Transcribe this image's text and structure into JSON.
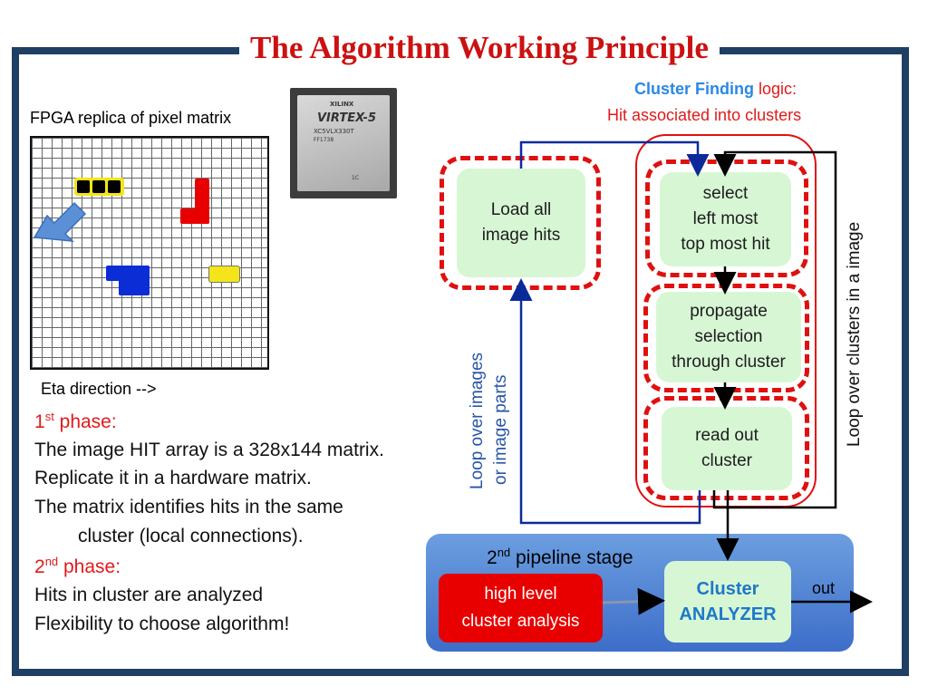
{
  "title": "The Algorithm Working Principle",
  "pixel_matrix": {
    "title": "FPGA replica of pixel matrix",
    "eta_label": "Eta direction -->"
  },
  "chip": {
    "brand": "XILINX",
    "family": "VIRTEX-5",
    "part": "XC5VLX330T",
    "line1": "FF1738",
    "line2": "1C"
  },
  "phase1": {
    "label": "1",
    "sup": "st",
    "suffix": " phase:",
    "lines": [
      "The image HIT array is a 328x144 matrix.",
      "Replicate it in a hardware matrix.",
      "The matrix identifies hits in the same",
      "cluster (local connections)."
    ]
  },
  "phase2": {
    "label": "2",
    "sup": "nd",
    "suffix": " phase:",
    "lines": [
      "Hits in cluster are analyzed",
      "Flexibility to choose algorithm!"
    ]
  },
  "cluster_finding": {
    "blue": "Cluster Finding",
    "red": " logic:",
    "subtitle": "Hit associated into clusters"
  },
  "boxes": {
    "load_1": "Load  all",
    "load_2": "image hits",
    "select_1": "select",
    "select_2": "left most",
    "select_3": "top most hit",
    "prop_1": "propagate",
    "prop_2": "selection",
    "prop_3": "through cluster",
    "read_1": "read out",
    "read_2": "cluster"
  },
  "loops": {
    "images_1": "Loop over images",
    "images_2": "or image parts",
    "clusters": "Loop over clusters in a image"
  },
  "pipeline": {
    "label": "2",
    "sup": "nd",
    "suffix": " pipeline stage",
    "hla_1": "high level",
    "hla_2": "cluster analysis",
    "analyzer_1": "Cluster",
    "analyzer_2": "ANALYZER",
    "out": "out"
  },
  "colors": {
    "frame": "#1f3f64",
    "title": "#cc1111",
    "accent_red": "#e01010",
    "accent_blue": "#2b87e8",
    "box_green": "#d7f7d4"
  }
}
